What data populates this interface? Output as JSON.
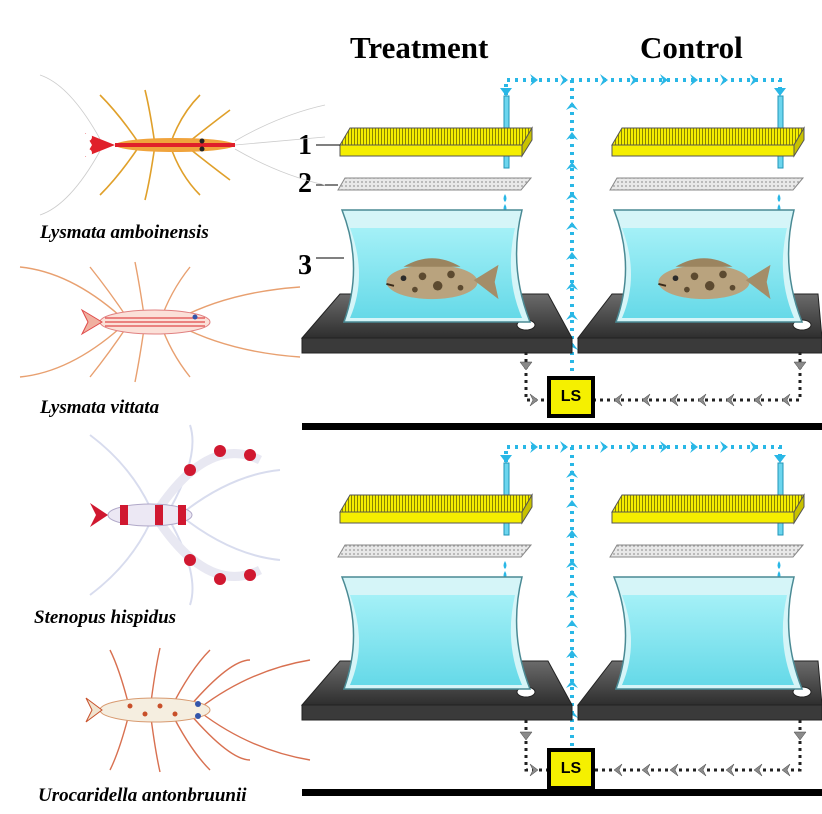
{
  "header": {
    "treatment": "Treatment",
    "control": "Control"
  },
  "species": [
    {
      "name": "Lysmata amboinensis",
      "icon": "cleaner-shrimp-red-stripe"
    },
    {
      "name": "Lysmata vittata",
      "icon": "peppermint-shrimp"
    },
    {
      "name": "Stenopus hispidus",
      "icon": "banded-coral-shrimp"
    },
    {
      "name": "Urocaridella antonbruunii",
      "icon": "clear-cleaner-shrimp"
    }
  ],
  "labels": {
    "one": "1",
    "two": "2",
    "three": "3"
  },
  "ls_units": [
    "LS",
    "LS"
  ],
  "colors": {
    "filter": "#f5ee00",
    "water": "#7fe3ee",
    "tank_glass": "#c9f2f6",
    "base": "#5a5a5a",
    "inflow_arrows": "#29b7e6",
    "return_arrows": "#8a8a8a",
    "ground_line": "#000000"
  }
}
